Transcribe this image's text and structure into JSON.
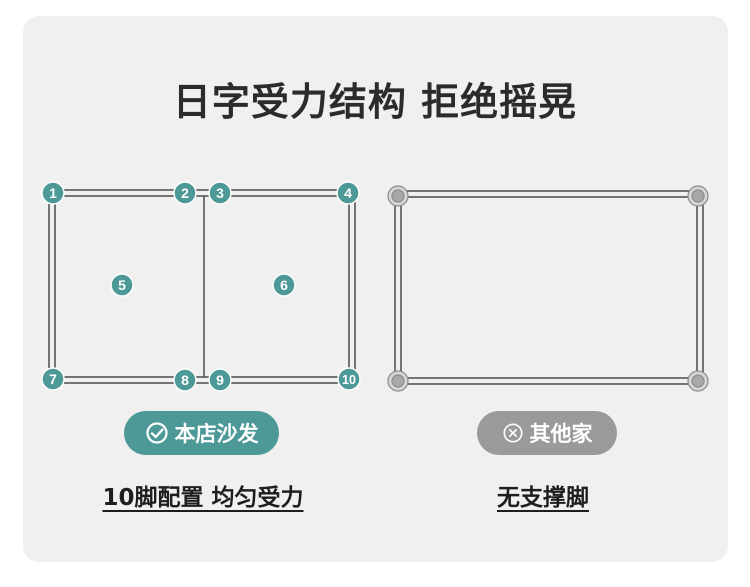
{
  "title": "日字受力结构 拒绝摇晃",
  "good": {
    "badge_label": "本店沙发",
    "caption": "10脚配置 均匀受力",
    "leg_numbers": [
      "1",
      "2",
      "3",
      "4",
      "5",
      "6",
      "7",
      "8",
      "9",
      "10"
    ]
  },
  "bad": {
    "badge_label": "其他家",
    "caption": "无支撑脚"
  },
  "colors": {
    "accent_teal": "#4d9998",
    "neutral_gray": "#9a9a9a",
    "card_bg": "#f0f0f0",
    "text_dark": "#2b2b2b"
  },
  "icons": {
    "good": "check-circle-icon",
    "bad": "x-circle-icon"
  }
}
